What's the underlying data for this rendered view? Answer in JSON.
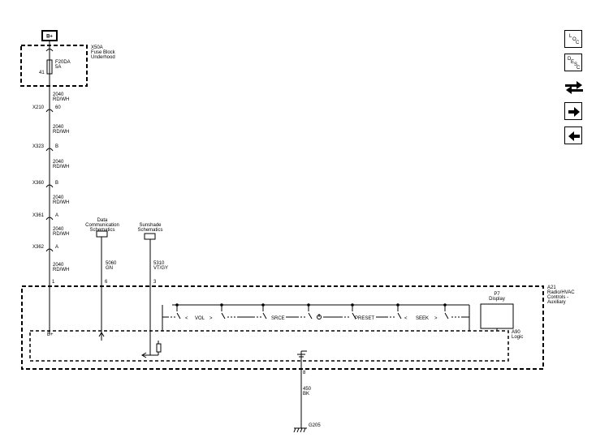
{
  "power": {
    "label": "B+"
  },
  "fuse_block": {
    "title": "X50A\nFuse Block\nUnderhood",
    "fuse": "F20DA\n5A",
    "pin": "41"
  },
  "wire_main": {
    "circuit": "2040",
    "color": "RD/WH"
  },
  "connectors": [
    {
      "name": "X210",
      "pin": "60"
    },
    {
      "name": "X323",
      "pin": "B"
    },
    {
      "name": "X360",
      "pin": "B"
    },
    {
      "name": "X361",
      "pin": "A"
    },
    {
      "name": "X362",
      "pin": "A"
    }
  ],
  "refs": {
    "data_comm": "Data\nCommunication\nSchematics",
    "sunshade": "Sunshade\nSchematics"
  },
  "wire_data": {
    "circuit": "5060",
    "color": "GN",
    "pin": "6"
  },
  "wire_sunshade": {
    "circuit": "5310",
    "color": "VT/GY",
    "pin": "3"
  },
  "wire_power_pin": "1",
  "module": {
    "title": "A21\nRadio/HVAC\nControls -\nAuxiliary",
    "logic": "A90\nLogic",
    "bplus": "B+",
    "display": "P7\nDisplay",
    "switches": {
      "vol": "VOL",
      "srce": "SRCE",
      "preset": "PRESET",
      "seek": "SEEK"
    }
  },
  "ground": {
    "pin": "8",
    "circuit": "450",
    "color": "BK",
    "name": "G205"
  },
  "nav": {
    "loc": [
      "L",
      "O",
      "C"
    ],
    "desc": [
      "D",
      "E",
      "S",
      "C"
    ]
  }
}
